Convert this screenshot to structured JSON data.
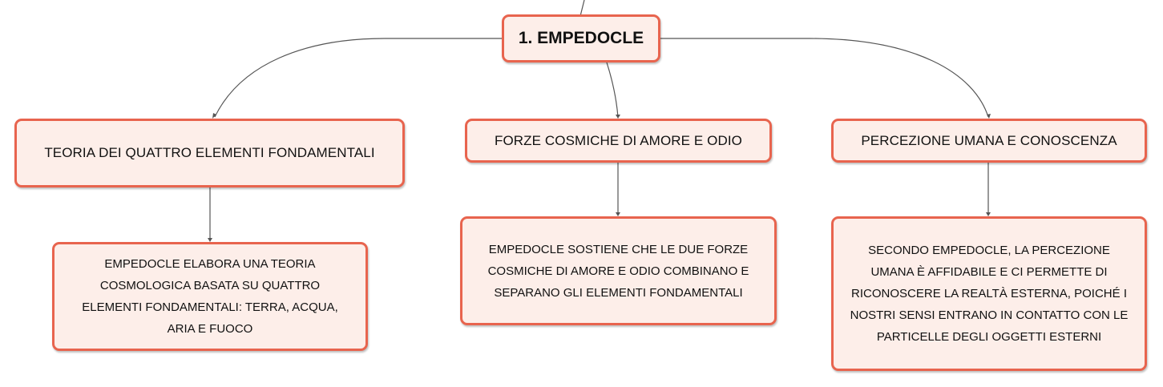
{
  "root": {
    "label": "1. EMPEDOCLE"
  },
  "topics": [
    {
      "title": "TEORIA DEI QUATTRO ELEMENTI FONDAMENTALI",
      "detail": "EMPEDOCLE ELABORA UNA TEORIA COSMOLOGICA BASATA SU QUATTRO ELEMENTI FONDAMENTALI: TERRA, ACQUA, ARIA E FUOCO"
    },
    {
      "title": "FORZE COSMICHE DI AMORE E ODIO",
      "detail": "EMPEDOCLE SOSTIENE CHE LE DUE FORZE COSMICHE DI AMORE E ODIO COMBINANO E SEPARANO GLI ELEMENTI FONDAMENTALI"
    },
    {
      "title": "PERCEZIONE UMANA E CONOSCENZA",
      "detail": "SECONDO EMPEDOCLE, LA PERCEZIONE UMANA È AFFIDABILE E CI PERMETTE DI RICONOSCERE LA REALTÀ ESTERNA, POICHÉ I NOSTRI SENSI ENTRANO IN CONTATTO CON LE PARTICELLE DEGLI OGGETTI ESTERNI"
    }
  ],
  "colors": {
    "node_fill": "#fdeee9",
    "node_border": "#e8644e",
    "connector": "#555555"
  }
}
